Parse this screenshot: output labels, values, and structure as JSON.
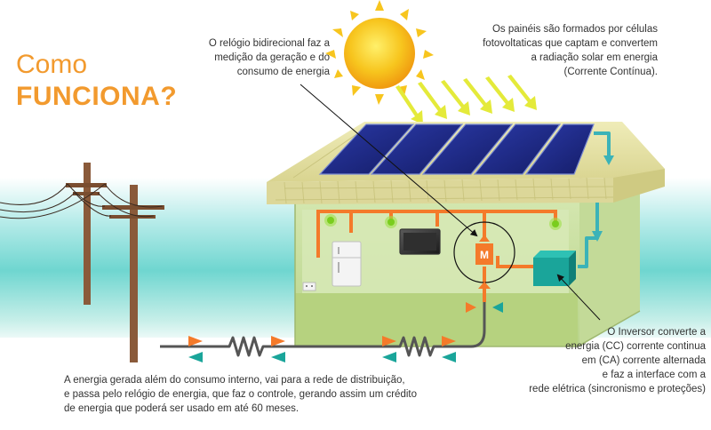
{
  "title": {
    "line1": "Como",
    "line2": "FUNCIONA?"
  },
  "annotations": {
    "meter": [
      "O relógio bidirecional faz a",
      "medição  da geração e do",
      "consumo de energia"
    ],
    "panels": [
      "Os painéis são formados por células",
      "fotovoltaticas que captam e convertem",
      "a radiação solar em energia",
      "(Corrente Contínua)."
    ],
    "inverter": [
      "O Inversor converte a",
      "energia (CC) corrente continua",
      "em (CA) corrente alternada",
      "e faz a interface com a",
      "rede elétrica (sincronismo e proteções)"
    ],
    "grid": [
      "A energia gerada além do consumo interno, vai para a rede de distribuição,",
      "e passa pelo relógio de energia, que faz o controle, gerando assim um crédito",
      "de energia que poderá ser usado em até 60 meses."
    ]
  },
  "meter_label": "M",
  "colors": {
    "title": "#f29a2e",
    "sun": "#f7c51e",
    "sun_rays": "#e8ec3a",
    "roof": "#e4e0a0",
    "wall": "#c9dfa0",
    "panel": "#1f2a8a",
    "wire_orange": "#f47a2a",
    "wire_teal": "#3bb3b8",
    "inverter": "#1aa59a",
    "sea": "#6fd6d0"
  }
}
